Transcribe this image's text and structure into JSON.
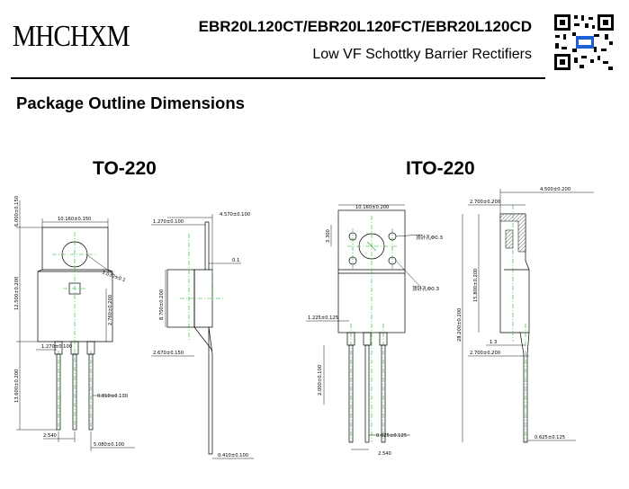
{
  "header": {
    "logo": "MHCHXM",
    "part_numbers": "EBR20L120CT/EBR20L120FCT/EBR20L120CD",
    "subtitle": "Low VF Schottky Barrier Rectifiers"
  },
  "section_title": "Package Outline Dimensions",
  "to220": {
    "title": "TO-220",
    "dims": {
      "overall_width": "10.160±0.150",
      "tab_height": "6.000±0.150",
      "body_height": "12.500±0.200",
      "hole": "3.030±0.1",
      "hole_offset": "2.760±0.200",
      "lead_width": "1.270±0.100",
      "lead_length": "13.600±0.200",
      "lead_thickness": "0.810±0.100",
      "pitch": "2.540",
      "span": "5.080±0.100",
      "side_tab": "1.270±0.100",
      "side_thickness": "4.570±0.100",
      "flatness": "0.1",
      "side_body": "8.700±0.200",
      "side_base": "2.670±0.150",
      "side_lead": "0.410±0.100"
    }
  },
  "ito220": {
    "title": "ITO-220",
    "dims": {
      "overall_width": "10.160±0.200",
      "hole_offset_top": "3.300",
      "hole_note_1": "顶针孔Φ0.3",
      "hole_note_2": "顶针孔Φ0.3",
      "lead_shoulder": "1.225±0.125",
      "lead_length": "2.000±0.100",
      "lead_thickness": "0.625±0.125",
      "pitch": "2.540",
      "side_top": "2.700±0.200",
      "side_thickness": "4.500±0.200",
      "side_body": "15.800±0.200",
      "side_total": "28.200±0.200",
      "side_step": "1.3",
      "side_base": "2.700±0.200",
      "side_lead": "0.625±0.125"
    }
  }
}
